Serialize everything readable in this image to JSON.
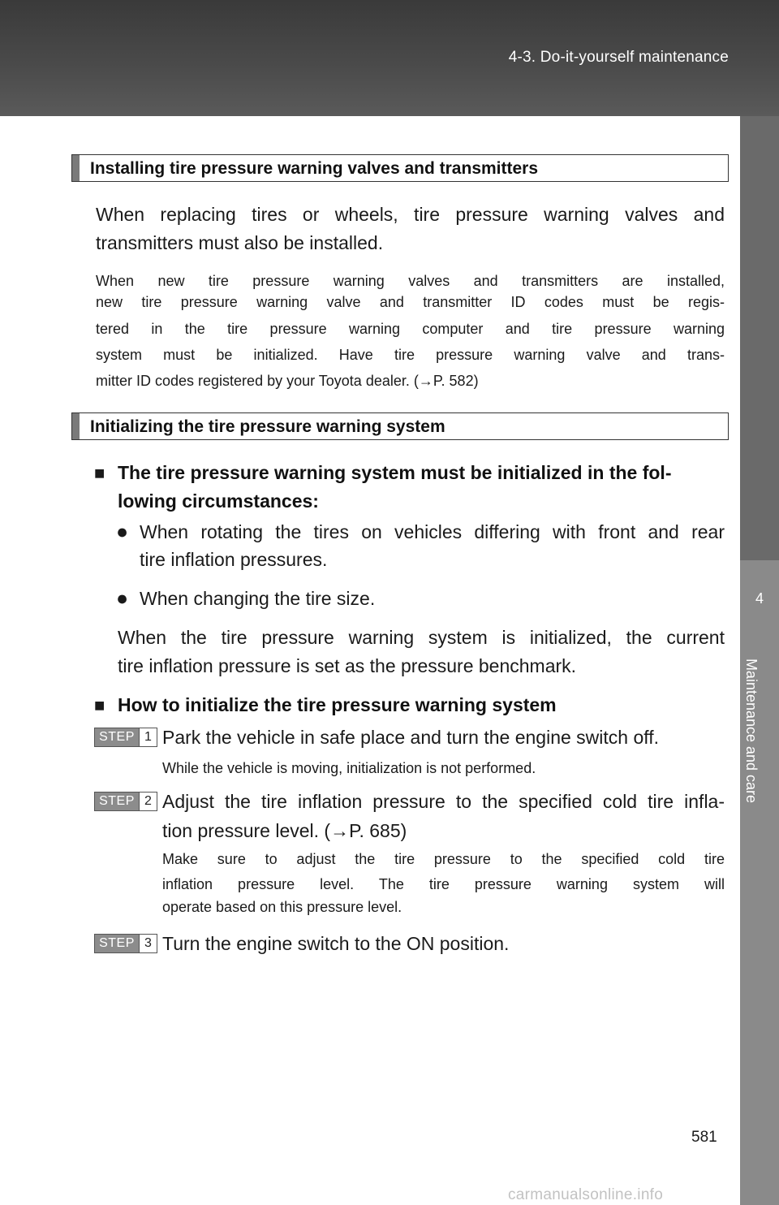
{
  "header": {
    "section_path": "4-3. Do-it-yourself maintenance"
  },
  "side_tab": {
    "chapter_number": "4",
    "chapter_name": "Maintenance and care"
  },
  "section1": {
    "heading": "Installing tire pressure warning valves and transmitters",
    "para_lines": [
      "When replacing tires or wheels, tire pressure warning valves and",
      "transmitters must also be installed."
    ],
    "note_lines": [
      "When new tire pressure warning valves and transmitters are installed,",
      "new tire pressure warning valve and transmitter ID codes must be regis-",
      "tered in the tire pressure warning computer and tire pressure warning",
      "system must be initialized. Have tire pressure warning valve and trans-",
      "mitter ID codes registered by your Toyota dealer. (→P. 582)"
    ]
  },
  "section2": {
    "heading": "Initializing the tire pressure warning system",
    "subhead1_lines": [
      "The tire pressure warning system must be initialized in the fol-",
      "lowing circumstances:"
    ],
    "bullet1_lines": [
      "When rotating the tires on vehicles differing with front and rear",
      "tire inflation pressures."
    ],
    "bullet2": "When changing the tire size.",
    "para_lines": [
      "When the tire pressure warning system is initialized, the current",
      "tire inflation pressure is set as the pressure benchmark."
    ],
    "subhead2": "How to initialize the tire pressure warning system",
    "step_word": "STEP",
    "steps": [
      {
        "number": "1",
        "lines": [
          "Park the vehicle in safe place and turn the engine switch off."
        ],
        "note_lines": [
          "While the vehicle is moving, initialization is not performed."
        ]
      },
      {
        "number": "2",
        "lines": [
          "Adjust the tire inflation pressure to the specified cold tire infla-",
          "tion pressure level. (→P. 685)"
        ],
        "note_lines": [
          "Make sure to adjust the tire pressure to the specified cold tire",
          "inflation pressure level. The tire pressure warning system will",
          "operate based on this pressure level."
        ]
      },
      {
        "number": "3",
        "lines": [
          "Turn the engine switch to the ON position."
        ]
      }
    ]
  },
  "footer": {
    "page_number": "581",
    "watermark": "carmanualsonline.info"
  },
  "symbols": {
    "square_bullet": "■",
    "round_bullet": "●"
  },
  "colors": {
    "header_band": "#4a4a4a",
    "side_tab": "#8a8a8a",
    "step_badge": "#8c8c8c"
  }
}
